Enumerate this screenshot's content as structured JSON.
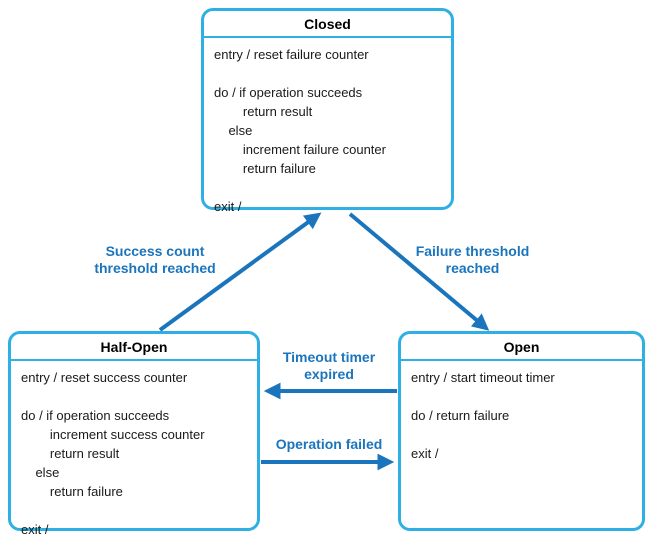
{
  "colors": {
    "border": "#2FB0E4",
    "arrow": "#1B75BC",
    "label": "#1B75BC",
    "text": "#1a1a1a",
    "bg": "#ffffff"
  },
  "states": {
    "closed": {
      "title": "Closed",
      "lines": [
        "entry / reset failure counter",
        "",
        "do / if operation succeeds",
        "        return result",
        "    else",
        "        increment failure counter",
        "        return failure",
        "",
        "exit /"
      ]
    },
    "halfOpen": {
      "title": "Half-Open",
      "lines": [
        "entry / reset success counter",
        "",
        "do / if operation succeeds",
        "        increment success counter",
        "        return result",
        "    else",
        "        return failure",
        "",
        "exit /"
      ]
    },
    "open": {
      "title": "Open",
      "lines": [
        "entry / start timeout timer",
        "",
        "do / return failure",
        "",
        "exit /"
      ]
    }
  },
  "transitions": {
    "success": {
      "label": "Success count\nthreshold reached"
    },
    "failure": {
      "label": "Failure threshold\nreached"
    },
    "timeout": {
      "label": "Timeout timer\nexpired"
    },
    "operationFailed": {
      "label": "Operation failed"
    }
  }
}
